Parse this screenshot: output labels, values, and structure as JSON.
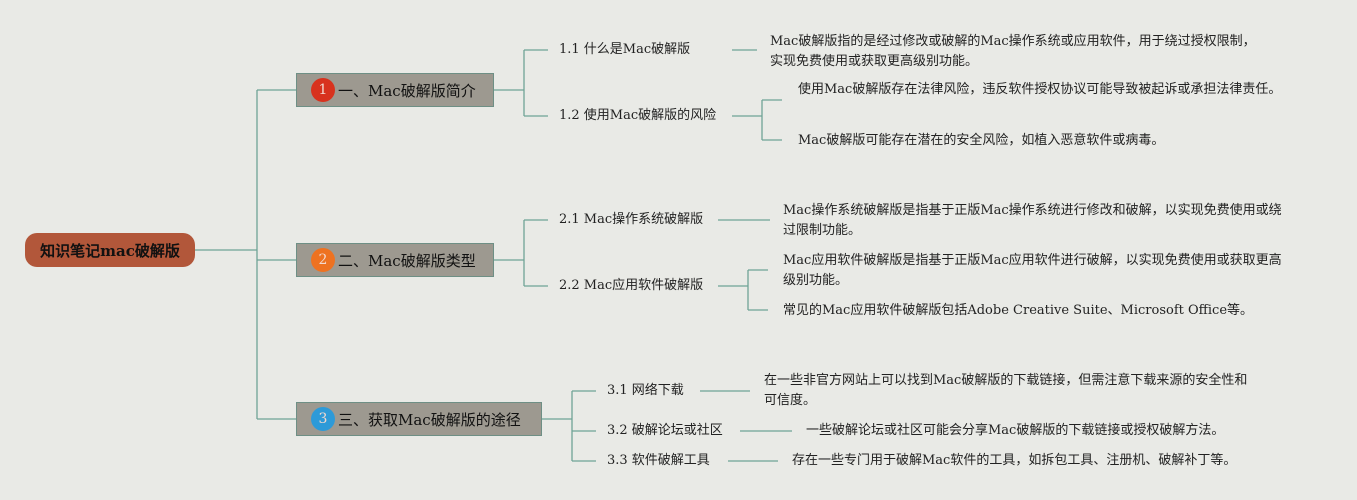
{
  "root": {
    "title": "知识笔记mac破解版"
  },
  "branches": [
    {
      "number": "1",
      "color": "#d8321e",
      "title": "一、Mac破解版简介",
      "children": [
        {
          "title": "1.1 什么是Mac破解版",
          "notes": [
            "Mac破解版指的是经过修改或破解的Mac操作系统或应用软件，用于绕过授权限制，实现免费使用或获取更高级别功能。"
          ]
        },
        {
          "title": "1.2 使用Mac破解版的风险",
          "notes": [
            "使用Mac破解版存在法律风险，违反软件授权协议可能导致被起诉或承担法律责任。",
            "Mac破解版可能存在潜在的安全风险，如植入恶意软件或病毒。"
          ]
        }
      ]
    },
    {
      "number": "2",
      "color": "#ee7221",
      "title": "二、Mac破解版类型",
      "children": [
        {
          "title": "2.1 Mac操作系统破解版",
          "notes": [
            "Mac操作系统破解版是指基于正版Mac操作系统进行修改和破解，以实现免费使用或绕过限制功能。"
          ]
        },
        {
          "title": "2.2 Mac应用软件破解版",
          "notes": [
            "Mac应用软件破解版是指基于正版Mac应用软件进行破解，以实现免费使用或获取更高级别功能。",
            "常见的Mac应用软件破解版包括Adobe Creative Suite、Microsoft Office等。"
          ]
        }
      ]
    },
    {
      "number": "3",
      "color": "#2d9ad8",
      "title": "三、获取Mac破解版的途径",
      "children": [
        {
          "title": "3.1 网络下载",
          "notes": [
            "在一些非官方网站上可以找到Mac破解版的下载链接，但需注意下载来源的安全性和可信度。"
          ]
        },
        {
          "title": "3.2 破解论坛或社区",
          "notes": [
            "一些破解论坛或社区可能会分享Mac破解版的下载链接或授权破解方法。"
          ]
        },
        {
          "title": "3.3 软件破解工具",
          "notes": [
            "存在一些专门用于破解Mac软件的工具，如拆包工具、注册机、破解补丁等。"
          ]
        }
      ]
    }
  ]
}
